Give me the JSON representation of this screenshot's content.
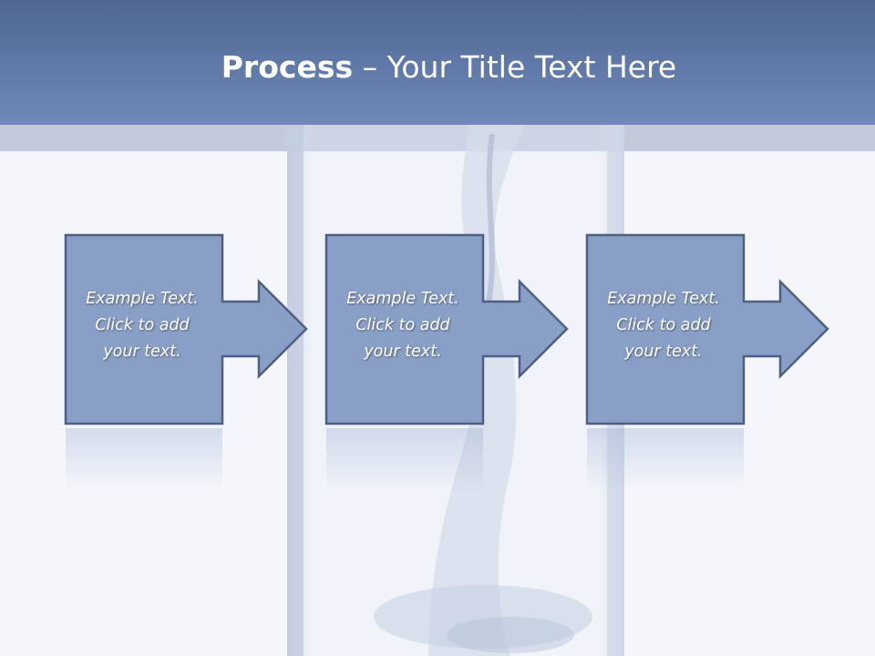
{
  "slide": {
    "title_bold": "Process",
    "title_rest": " – Your Title Text Here"
  },
  "steps": [
    {
      "text": "Example Text.\nClick  to add\nyour text."
    },
    {
      "text": "Example Text.\nClick  to add\nyour text."
    },
    {
      "text": "Example Text.\nClick  to add\nyour text."
    }
  ],
  "colors": {
    "header": "#5f789f",
    "box_fill": "#8a9fc7",
    "box_border": "#4e5f82",
    "background": "#f4f6fb"
  }
}
